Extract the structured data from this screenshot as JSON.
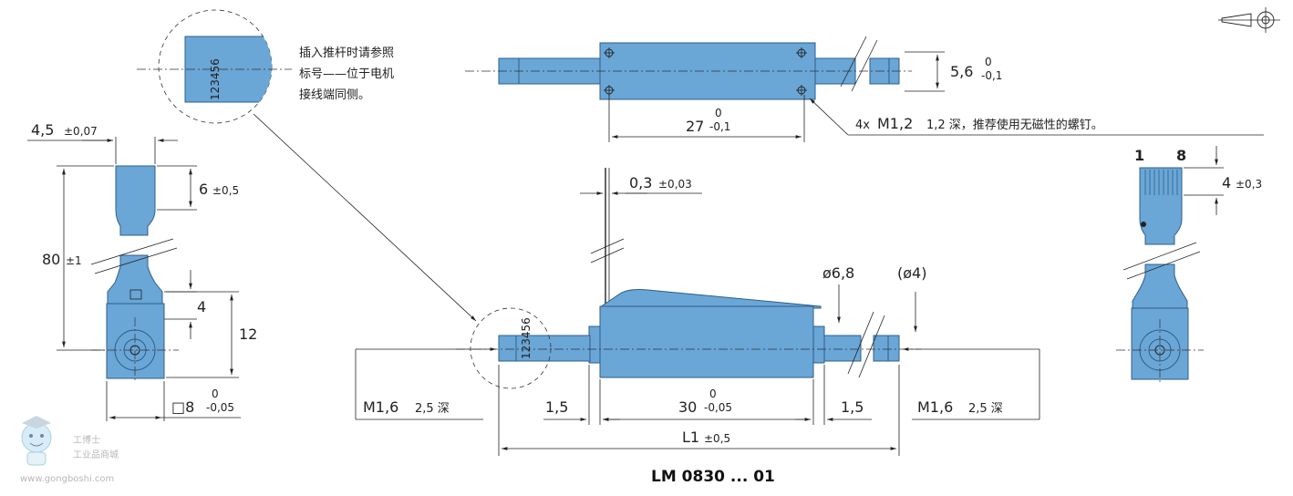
{
  "model": "LM 0830 ... 01",
  "note_top": {
    "line1": "插入推杆时请参照",
    "line2": "标号——位于电机",
    "line3": "接线端同侧。"
  },
  "detail_marking": "123456",
  "small_marking": "123456",
  "dims": {
    "d_4_5": "4,5",
    "tol_4_5": "±0,07",
    "d_6": "6",
    "tol_6": "±0,5",
    "d_80": "80",
    "tol_80": "±1",
    "d_4": "4",
    "d_12": "12",
    "d_sq8": "□8",
    "tol_sq8_up": "0",
    "tol_sq8_low": "-0,05",
    "d_5_6": "5,6",
    "tol_5_6_up": "0",
    "tol_5_6_low": "-0,1",
    "d_27": "27",
    "tol_27_up": "0",
    "tol_27_low": "-0,1",
    "m12_prefix": "4x",
    "m12_main": "M1,2",
    "m12_note": "1,2 深，推荐使用无磁性的螺钉。",
    "d_0_3": "0,3",
    "tol_0_3": "±0,03",
    "d_phi68": "ø6,8",
    "d_phi4": "(ø4)",
    "m16_left": "M1,6",
    "m16_left_note": "2,5 深",
    "m16_right": "M1,6",
    "m16_right_note": "2,5 深",
    "d_1_5_left": "1,5",
    "d_30": "30",
    "tol_30_up": "0",
    "tol_30_low": "-0,05",
    "d_1_5_right": "1,5",
    "d_L1": "L1",
    "tol_L1": "±0,5",
    "pin_1": "1",
    "pin_8": "8",
    "d_4r": "4",
    "tol_4r": "±0,3"
  },
  "watermark": {
    "brand": "工博士",
    "sub": "工业品商城",
    "url": "www.gongboshi.com"
  },
  "colors": {
    "part_fill": "#6aa6d6",
    "part_stroke": "#2d5f8a",
    "line": "#222222"
  }
}
